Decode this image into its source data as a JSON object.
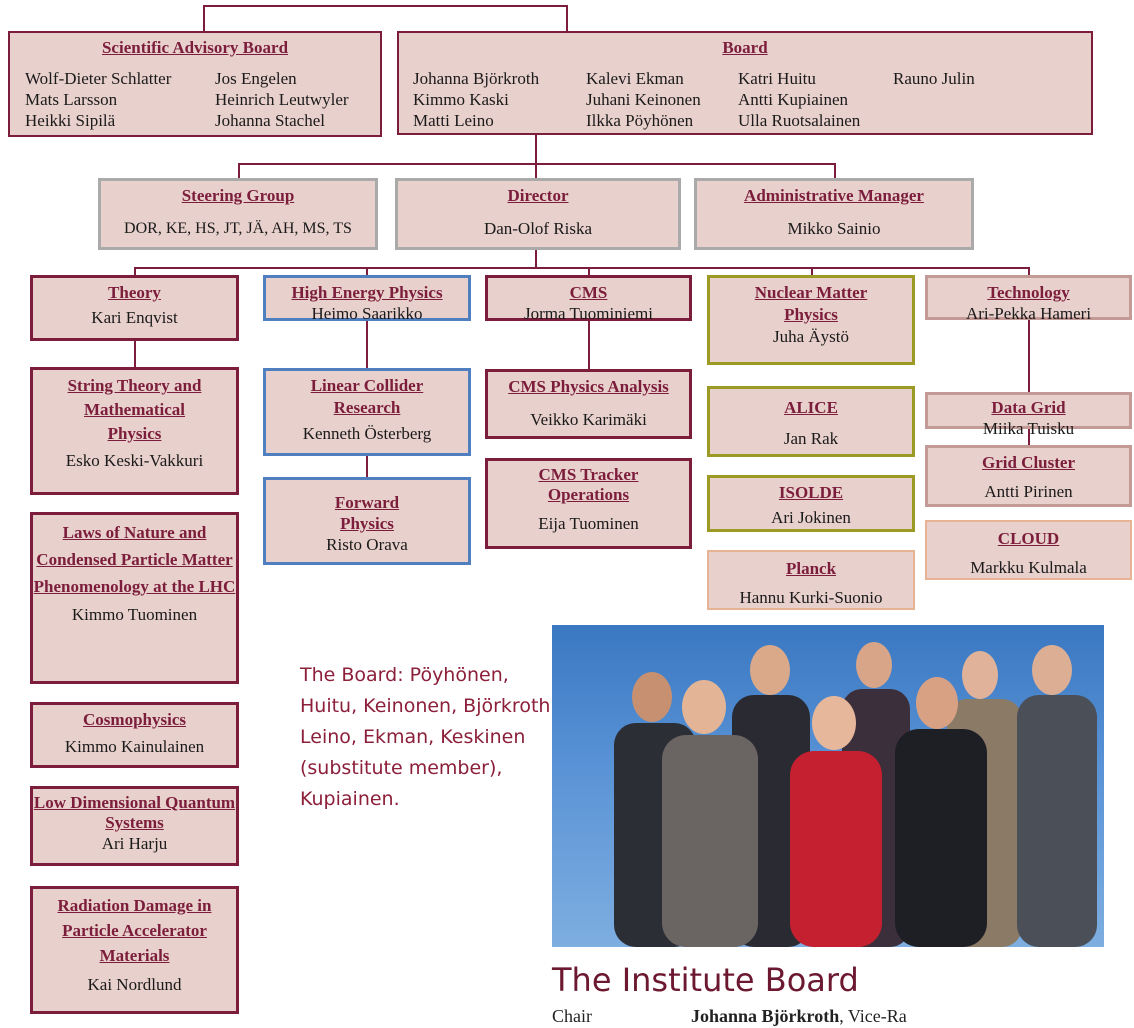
{
  "sab": {
    "title": "Scientific Advisory Board",
    "members": [
      [
        "Wolf-Dieter Schlatter",
        "Mats Larsson",
        "Heikki Sipilä"
      ],
      [
        "Jos Engelen",
        "Heinrich Leutwyler",
        "Johanna Stachel"
      ]
    ]
  },
  "board": {
    "title": "Board",
    "members": [
      [
        "Johanna Björkroth",
        "Kimmo Kaski",
        "Matti Leino"
      ],
      [
        "Kalevi Ekman",
        "Juhani Keinonen",
        "Ilkka Pöyhönen"
      ],
      [
        "Katri Huitu",
        "Antti Kupiainen",
        "Ulla Ruotsalainen"
      ],
      [
        "Rauno Julin",
        "",
        ""
      ]
    ]
  },
  "steering": {
    "title": "Steering Group",
    "person": "DOR, KE, HS, JT, JÄ, AH, MS, TS"
  },
  "director": {
    "title": "Director",
    "person": "Dan-Olof Riska"
  },
  "admin": {
    "title": "Administrative Manager",
    "person": "Mikko Sainio"
  },
  "theory": {
    "title": "Theory",
    "person": "Kari Enqvist"
  },
  "string": {
    "title": "String Theory and Mathematical Physics",
    "person": "Esko Keski-Vakkuri"
  },
  "laws": {
    "title": "Laws of Nature and Condensed Particle Matter Phenomenology at the LHC",
    "person": "Kimmo Tuominen"
  },
  "cosmo": {
    "title": "Cosmophysics",
    "person": "Kimmo Kainulainen"
  },
  "lowdim": {
    "title": "Low Dimensional Quantum Systems",
    "person": "Ari Harju"
  },
  "radiation": {
    "title": "Radiation Damage in Particle Accelerator Materials",
    "person": "Kai Nordlund"
  },
  "hep": {
    "title": "High Energy Physics",
    "person": "Heimo Saarikko"
  },
  "linear": {
    "title": "Linear Collider Research",
    "person": "Kenneth Österberg"
  },
  "forward": {
    "title": "Forward Physics",
    "person": "Risto Orava"
  },
  "cms": {
    "title": "CMS",
    "person": "Jorma Tuominiemi"
  },
  "cmsphys": {
    "title": "CMS Physics Analysis",
    "person": "Veikko Karimäki"
  },
  "cmstracker": {
    "title": "CMS Tracker Operations",
    "person": "Eija Tuominen"
  },
  "nuclear": {
    "title": "Nuclear Matter Physics",
    "person": "Juha Äystö"
  },
  "alice": {
    "title": "ALICE",
    "person": "Jan Rak"
  },
  "isolde": {
    "title": "ISOLDE",
    "person": "Ari Jokinen"
  },
  "planck": {
    "title": "Planck",
    "person": "Hannu Kurki-Suonio"
  },
  "tech": {
    "title": "Technology",
    "person": "Ari-Pekka Hameri"
  },
  "datagrid": {
    "title": "Data Grid",
    "person": "Miika Tuisku"
  },
  "gridcluster": {
    "title": "Grid Cluster",
    "person": "Antti Pirinen"
  },
  "cloud": {
    "title": "CLOUD",
    "person": "Markku Kulmala"
  },
  "caption": "The Board: Pöyhönen, Huitu, Keinonen, Björkroth, Leino, Ekman, Keskinen (substitute member), Kupiainen.",
  "heading": "The Institute Board",
  "chair": {
    "label": "Chair",
    "name": "Johanna Björkroth",
    "suffix": ", Vice-Ra"
  }
}
